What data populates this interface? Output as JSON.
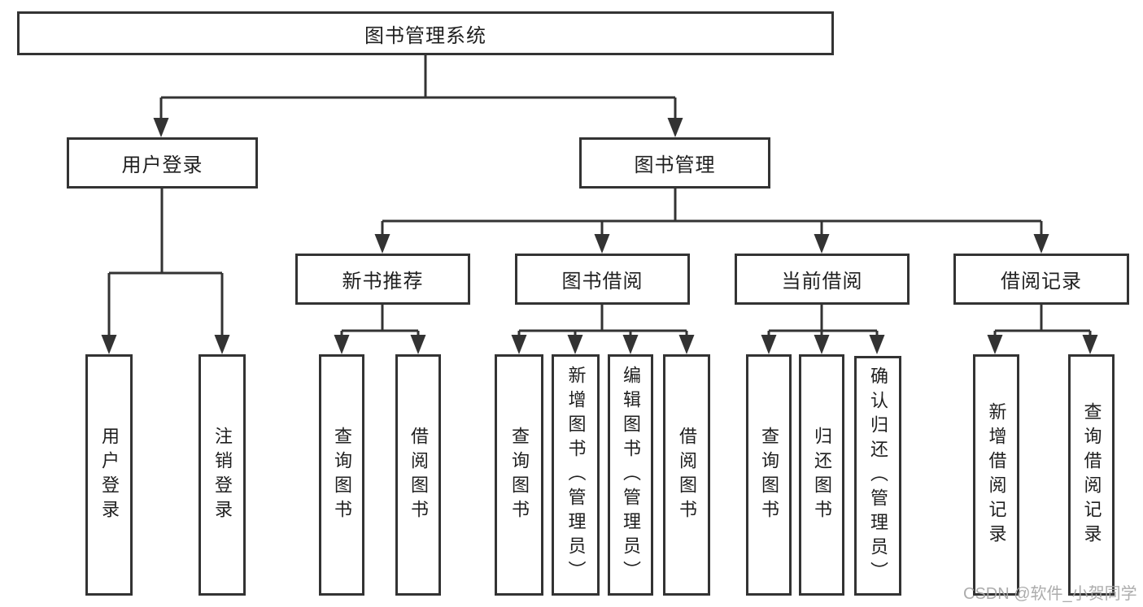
{
  "tree": {
    "root": {
      "label": "图书管理系统"
    },
    "children": [
      {
        "label": "用户登录",
        "children": [
          {
            "label": "用户登录"
          },
          {
            "label": "注销登录"
          }
        ]
      },
      {
        "label": "图书管理",
        "children": [
          {
            "label": "新书推荐",
            "children": [
              {
                "label": "查询图书"
              },
              {
                "label": "借阅图书"
              }
            ]
          },
          {
            "label": "图书借阅",
            "children": [
              {
                "label": "查询图书"
              },
              {
                "label": "新增图书（管理员）"
              },
              {
                "label": "编辑图书（管理员）"
              },
              {
                "label": "借阅图书"
              }
            ]
          },
          {
            "label": "当前借阅",
            "children": [
              {
                "label": "查询图书"
              },
              {
                "label": "归还图书"
              },
              {
                "label": "确认归还（管理员）"
              }
            ]
          },
          {
            "label": "借阅记录",
            "children": [
              {
                "label": "新增借阅记录"
              },
              {
                "label": "查询借阅记录"
              }
            ]
          }
        ]
      }
    ]
  },
  "edge_color": "#333333",
  "watermark": "CSDN @软件_小贺同学"
}
